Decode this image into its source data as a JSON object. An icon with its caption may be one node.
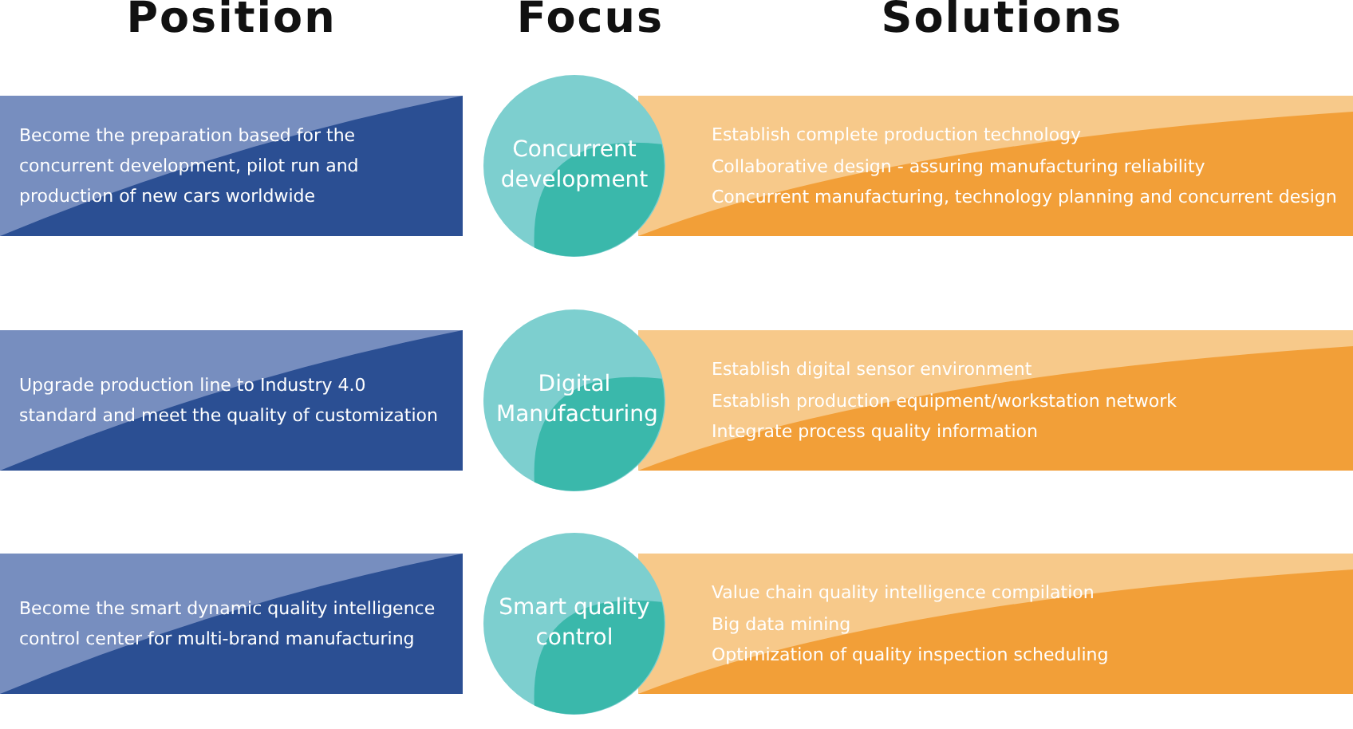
{
  "diagram": {
    "nodes": [
      {
        "text": [
          "Become the preparation based for the concurrent development, pilot run and production of new cars worldwide"
        ]
      },
      {
        "text": [
          "Concurrent development"
        ]
      },
      {
        "text": [
          "Establish complete production technology",
          "Collaborative design - assuring manufacturing reliability",
          "Concurrent manufacturing, technology planning and concurrent design"
        ]
      },
      {
        "text": [
          "Upgrade production line to Industry 4.0 standard and meet the quality of customization"
        ]
      },
      {
        "text": [
          "Digital Manufacturing"
        ]
      },
      {
        "text": [
          "Establish digital sensor environment",
          "Establish production equipment/workstation network",
          "Integrate process quality information"
        ]
      },
      {
        "text": [
          "Become the smart dynamic quality intelligence control center for multi-brand manufacturing"
        ]
      },
      {
        "text": [
          "Smart quality control"
        ]
      },
      {
        "text": [
          "Value chain quality intelligence compilation",
          "Big data mining",
          "Optimization of quality inspection scheduling"
        ]
      }
    ],
    "labels": [
      "Position",
      "Focus",
      "Solutions"
    ]
  }
}
